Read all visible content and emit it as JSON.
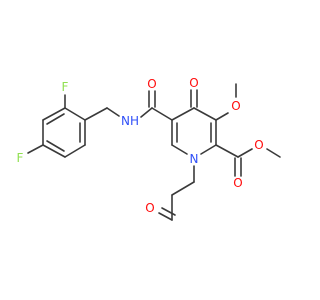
{
  "molecule": {
    "atom_labels": {
      "f_top": "F",
      "f_left": "F",
      "nh": "NH",
      "o_amide": "O",
      "o_ketone": "O",
      "o_methoxy": "O",
      "n_ring": "N",
      "o_ester_carbonyl": "O",
      "o_ester": "O",
      "o_aldehyde": "O"
    },
    "colors": {
      "bond": "#3a3a3a",
      "oxygen": "#ff0d0d",
      "nitrogen": "#3050f8",
      "fluorine": "#90e050"
    }
  }
}
